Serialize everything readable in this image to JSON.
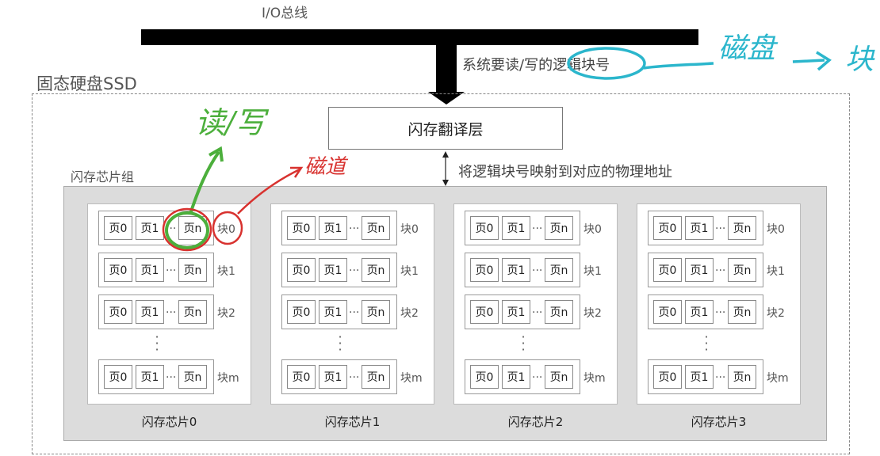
{
  "bus_label": "I/O总线",
  "request_label": "系统要读/写的逻辑块号",
  "ssd_label": "固态硬盘SSD",
  "ftl_label": "闪存翻译层",
  "mapping_label": "将逻辑块号映射到对应的物理地址",
  "chip_group_label": "闪存芯片组",
  "page_labels": {
    "first": "页0",
    "second": "页1",
    "last": "页n",
    "ellipsis": "..."
  },
  "block_labels": [
    "块0",
    "块1",
    "块2",
    "块m"
  ],
  "chips": [
    {
      "label": "闪存芯片0"
    },
    {
      "label": "闪存芯片1"
    },
    {
      "label": "闪存芯片2"
    },
    {
      "label": "闪存芯片3"
    }
  ],
  "annotations": {
    "read_write": "读/写",
    "track": "磁道",
    "disk": "磁盘",
    "block": "块"
  },
  "colors": {
    "green_annotation": "#4caf3c",
    "red_annotation": "#d8322f",
    "cyan_annotation": "#2bb6cc",
    "bus": "#000000",
    "group_background": "#dcdcdc"
  }
}
